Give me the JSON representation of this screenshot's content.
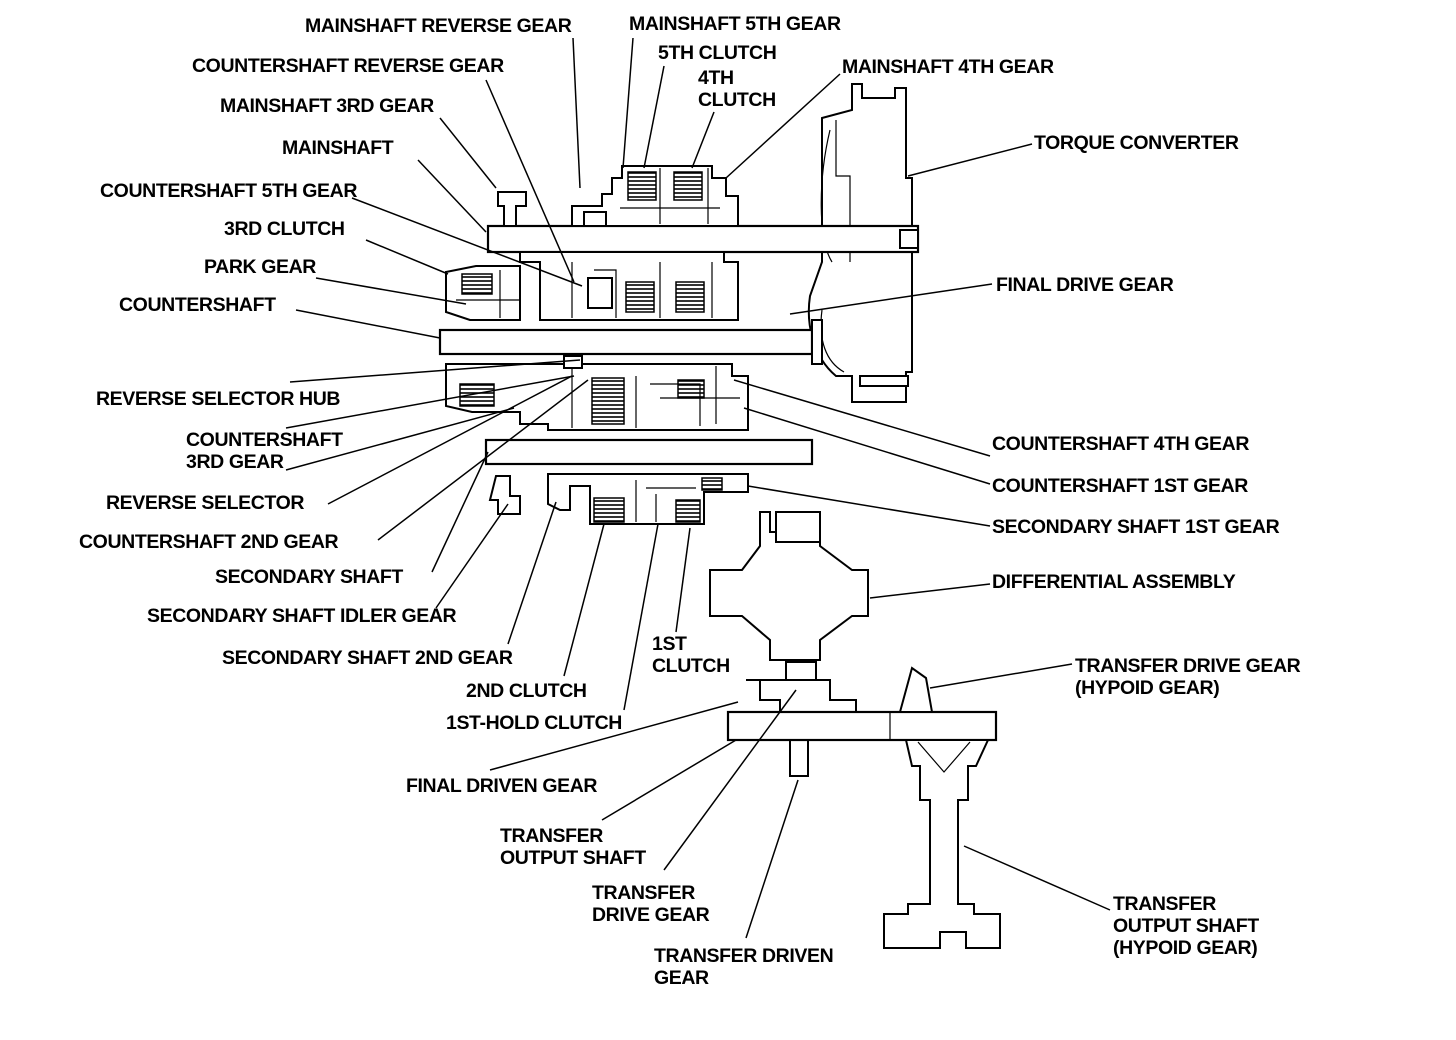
{
  "labels": {
    "mainshaft_reverse_gear": "MAINSHAFT REVERSE GEAR",
    "mainshaft_5th_gear": "MAINSHAFT 5TH GEAR",
    "fifth_clutch": "5TH CLUTCH",
    "fourth_clutch_1": "4TH",
    "fourth_clutch_2": "CLUTCH",
    "mainshaft_4th_gear": "MAINSHAFT 4TH GEAR",
    "countershaft_reverse_gear": "COUNTERSHAFT REVERSE GEAR",
    "mainshaft_3rd_gear": "MAINSHAFT 3RD GEAR",
    "mainshaft": "MAINSHAFT",
    "torque_converter": "TORQUE CONVERTER",
    "countershaft_5th_gear": "COUNTERSHAFT 5TH GEAR",
    "third_clutch": "3RD CLUTCH",
    "park_gear": "PARK GEAR",
    "final_drive_gear": "FINAL DRIVE GEAR",
    "countershaft": "COUNTERSHAFT",
    "reverse_selector_hub": "REVERSE SELECTOR HUB",
    "countershaft_3rd_gear_1": "COUNTERSHAFT",
    "countershaft_3rd_gear_2": "3RD GEAR",
    "countershaft_4th_gear": "COUNTERSHAFT 4TH GEAR",
    "countershaft_1st_gear": "COUNTERSHAFT 1ST GEAR",
    "reverse_selector": "REVERSE SELECTOR",
    "secondary_shaft_1st_gear": "SECONDARY SHAFT 1ST GEAR",
    "countershaft_2nd_gear": "COUNTERSHAFT 2ND GEAR",
    "secondary_shaft": "SECONDARY SHAFT",
    "differential_assembly": "DIFFERENTIAL ASSEMBLY",
    "secondary_shaft_idler_gear": "SECONDARY SHAFT IDLER GEAR",
    "secondary_shaft_2nd_gear": "SECONDARY SHAFT 2ND GEAR",
    "first_clutch_1": "1ST",
    "first_clutch_2": "CLUTCH",
    "transfer_drive_gear_hypoid_1": "TRANSFER DRIVE GEAR",
    "transfer_drive_gear_hypoid_2": "(HYPOID GEAR)",
    "second_clutch": "2ND CLUTCH",
    "first_hold_clutch": "1ST-HOLD CLUTCH",
    "final_driven_gear": "FINAL DRIVEN GEAR",
    "transfer_output_shaft_1": "TRANSFER",
    "transfer_output_shaft_2": "OUTPUT SHAFT",
    "transfer_drive_gear_1": "TRANSFER",
    "transfer_drive_gear_2": "DRIVE GEAR",
    "transfer_output_shaft_hypoid_1": "TRANSFER",
    "transfer_output_shaft_hypoid_2": "OUTPUT SHAFT",
    "transfer_output_shaft_hypoid_3": "(HYPOID GEAR)",
    "transfer_driven_gear_1": "TRANSFER DRIVEN",
    "transfer_driven_gear_2": "GEAR"
  }
}
